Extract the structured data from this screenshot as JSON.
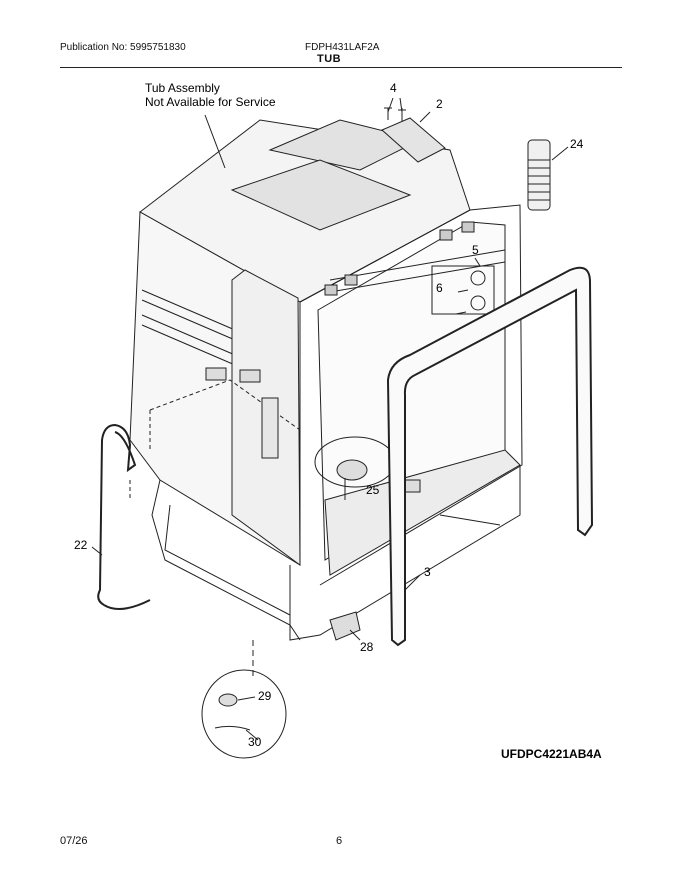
{
  "header": {
    "publication": "Publication No: 5995751830",
    "model": "FDPH431LAF2A",
    "section": "TUB"
  },
  "diagram": {
    "note_line1": "Tub Assembly",
    "note_line2": "Not Available for Service",
    "callouts": {
      "c2": "2",
      "c3": "3",
      "c4": "4",
      "c5": "5",
      "c6": "6",
      "c22": "22",
      "c24": "24",
      "c25": "25",
      "c28": "28",
      "c29": "29",
      "c30": "30"
    },
    "code": "UFDPC4221AB4A"
  },
  "footer": {
    "date": "07/26",
    "page": "6"
  }
}
